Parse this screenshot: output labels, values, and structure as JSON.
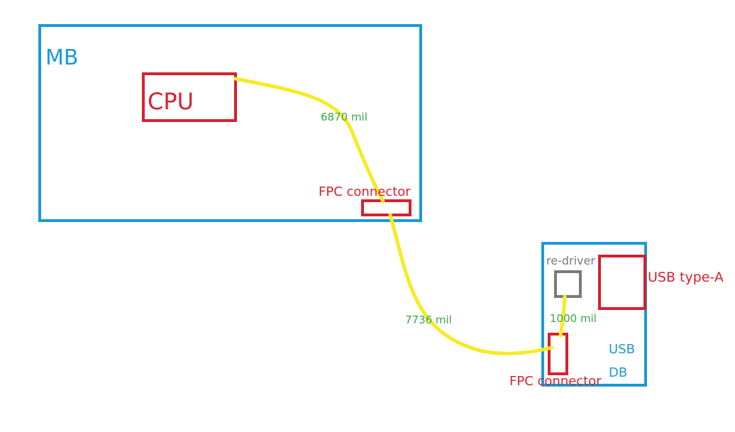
{
  "colors": {
    "board": "#1a9ad6",
    "component": "#d6212f",
    "trace": "#f4ec24",
    "length_label": "#3aa645",
    "redriver": "#7a7a7a",
    "background": "#ffffff"
  },
  "mb": {
    "label": "MB",
    "cpu_label": "CPU",
    "fpc_label": "FPC connector"
  },
  "usb_db": {
    "label_line1": "USB",
    "label_line2": "DB",
    "redriver_label": "re-driver",
    "usb_type_a_label": "USB type-A",
    "fpc_label": "FPC connector"
  },
  "traces": {
    "cpu_to_mb_fpc": "6870 mil",
    "mb_fpc_to_db_fpc": "7736 mil",
    "db_fpc_to_redriver": "1000 mil"
  }
}
